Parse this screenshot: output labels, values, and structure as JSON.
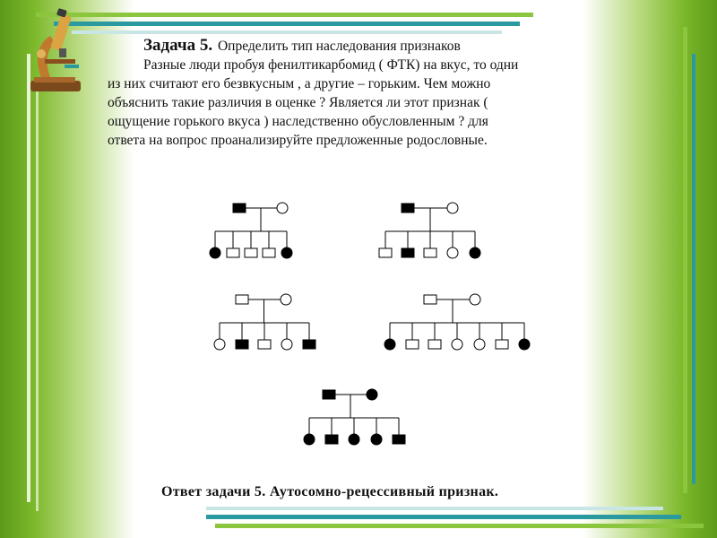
{
  "task": {
    "label": "Задача 5.",
    "title": "Определить тип наследования признаков",
    "text_lines": [
      "Разные люди пробуя фенилтикарбомид ( ФТК) на вкус, то одни",
      "из них считают его безвкусным , а другие – горьким. Чем можно",
      "объяснить такие  различия в оценке ? Является ли этот признак (",
      "ощущение горького вкуса ) наследственно обусловленным ? для",
      "ответа на вопрос проанализируйте предложенные родословные."
    ]
  },
  "answer": "Ответ задачи 5. Аутосомно-рецессивный признак.",
  "colors": {
    "band_dark": "#5c9a1a",
    "stripe_teal": "#2a9aa0",
    "stripe_green": "#8cc63f",
    "affected": "#000000",
    "unaffected": "#ffffff"
  },
  "pedigrees": [
    {
      "parents": [
        {
          "sex": "male",
          "affected": true
        },
        {
          "sex": "female",
          "affected": false
        }
      ],
      "children": [
        {
          "sex": "female",
          "affected": true
        },
        {
          "sex": "male",
          "affected": false
        },
        {
          "sex": "male",
          "affected": false
        },
        {
          "sex": "male",
          "affected": false
        },
        {
          "sex": "female",
          "affected": true
        }
      ]
    },
    {
      "parents": [
        {
          "sex": "male",
          "affected": true
        },
        {
          "sex": "female",
          "affected": false
        }
      ],
      "children": [
        {
          "sex": "male",
          "affected": false
        },
        {
          "sex": "male",
          "affected": true
        },
        {
          "sex": "male",
          "affected": false
        },
        {
          "sex": "female",
          "affected": false
        },
        {
          "sex": "female",
          "affected": true
        }
      ]
    },
    {
      "parents": [
        {
          "sex": "male",
          "affected": false
        },
        {
          "sex": "female",
          "affected": false
        }
      ],
      "children": [
        {
          "sex": "female",
          "affected": false
        },
        {
          "sex": "male",
          "affected": true
        },
        {
          "sex": "male",
          "affected": false
        },
        {
          "sex": "female",
          "affected": false
        },
        {
          "sex": "male",
          "affected": true
        }
      ]
    },
    {
      "parents": [
        {
          "sex": "male",
          "affected": false
        },
        {
          "sex": "female",
          "affected": false
        }
      ],
      "children": [
        {
          "sex": "female",
          "affected": true
        },
        {
          "sex": "male",
          "affected": false
        },
        {
          "sex": "male",
          "affected": false
        },
        {
          "sex": "female",
          "affected": false
        },
        {
          "sex": "female",
          "affected": false
        },
        {
          "sex": "male",
          "affected": false
        },
        {
          "sex": "female",
          "affected": true
        }
      ]
    },
    {
      "parents": [
        {
          "sex": "male",
          "affected": true
        },
        {
          "sex": "female",
          "affected": true
        }
      ],
      "children": [
        {
          "sex": "female",
          "affected": true
        },
        {
          "sex": "male",
          "affected": true
        },
        {
          "sex": "female",
          "affected": true
        },
        {
          "sex": "female",
          "affected": true
        },
        {
          "sex": "male",
          "affected": true
        }
      ]
    }
  ]
}
